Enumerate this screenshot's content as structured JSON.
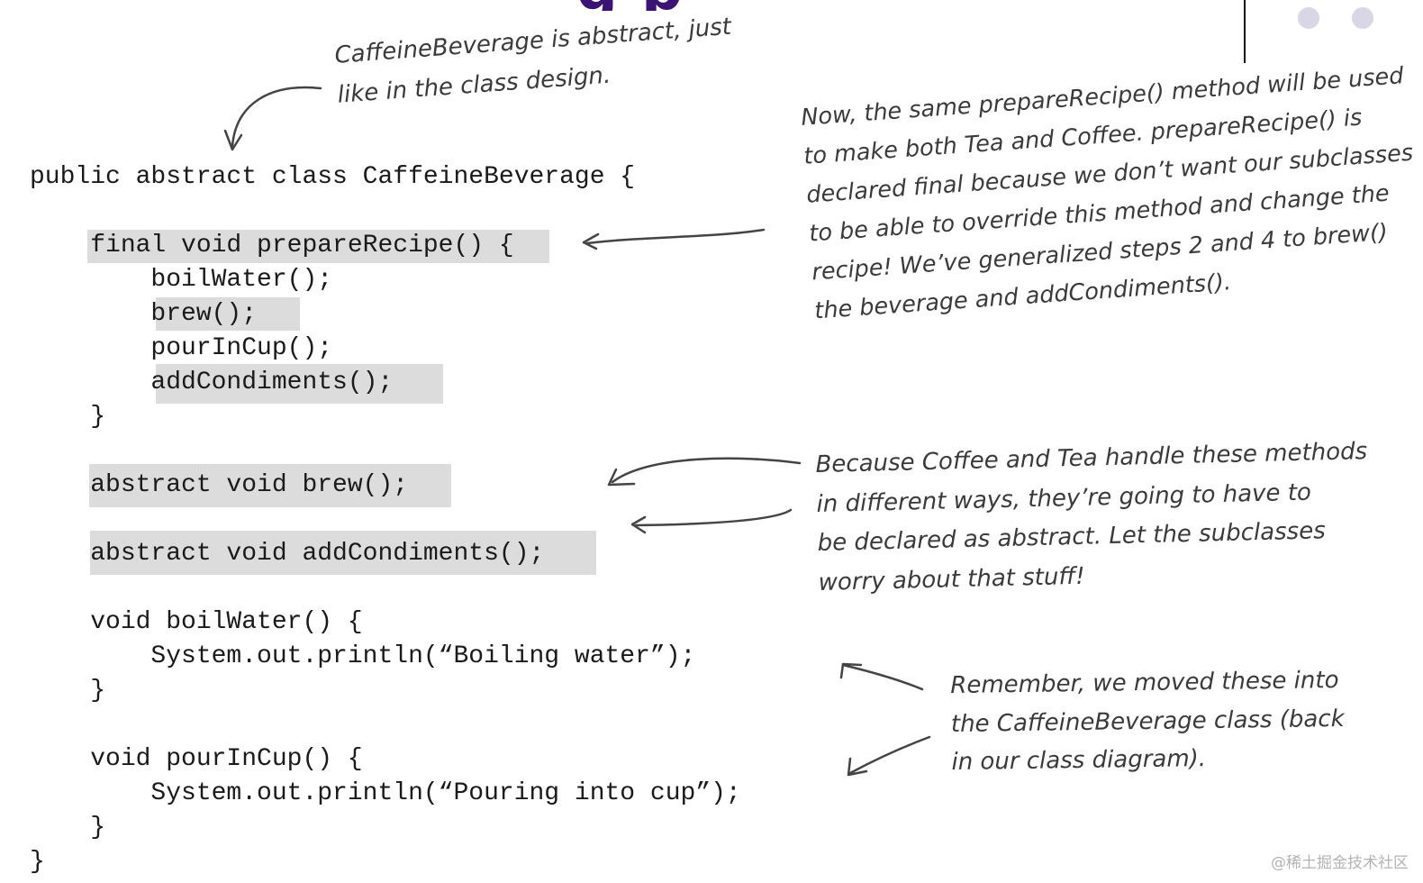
{
  "header": {
    "title_fragment": "g p",
    "accent_color": "#3b1473"
  },
  "code_lines": [
    "public abstract class CaffeineBeverage {",
    "",
    "    final void prepareRecipe() {",
    "        boilWater();",
    "        brew();",
    "        pourInCup();",
    "        addCondiments();",
    "    }",
    "",
    "    abstract void brew();",
    "",
    "    abstract void addCondiments();",
    "",
    "    void boilWater() {",
    "        System.out.println(“Boiling water”);",
    "    }",
    "",
    "    void pourInCup() {",
    "        System.out.println(“Pouring into cup”);",
    "    }",
    "}"
  ],
  "annotations": {
    "abstract_note": [
      "CaffeineBeverage is abstract, just",
      "like in the class design."
    ],
    "prepare_recipe_note": [
      "Now, the same prepareRecipe() method will be used",
      "to make both Tea and Coffee.  prepareRecipe() is",
      "declared final because we don’t want our subclasses",
      "to be able to override this method and change the",
      "recipe!  We’ve generalized steps 2 and 4 to brew()",
      "the beverage and addCondiments()."
    ],
    "abstract_methods_note": [
      "Because Coffee and Tea handle these methods",
      "in different ways, they’re going to have to",
      "be declared as abstract.  Let the subclasses",
      "worry about that stuff!"
    ],
    "moved_methods_note": [
      "Remember, we moved these into",
      "the CaffeineBeverage class (back",
      "in our class diagram)."
    ]
  },
  "watermark": "@稀土掘金技术社区",
  "colors": {
    "highlight": "#dcdcdc",
    "code_text": "#1a1a1a",
    "note_text": "#3a3a3a"
  }
}
